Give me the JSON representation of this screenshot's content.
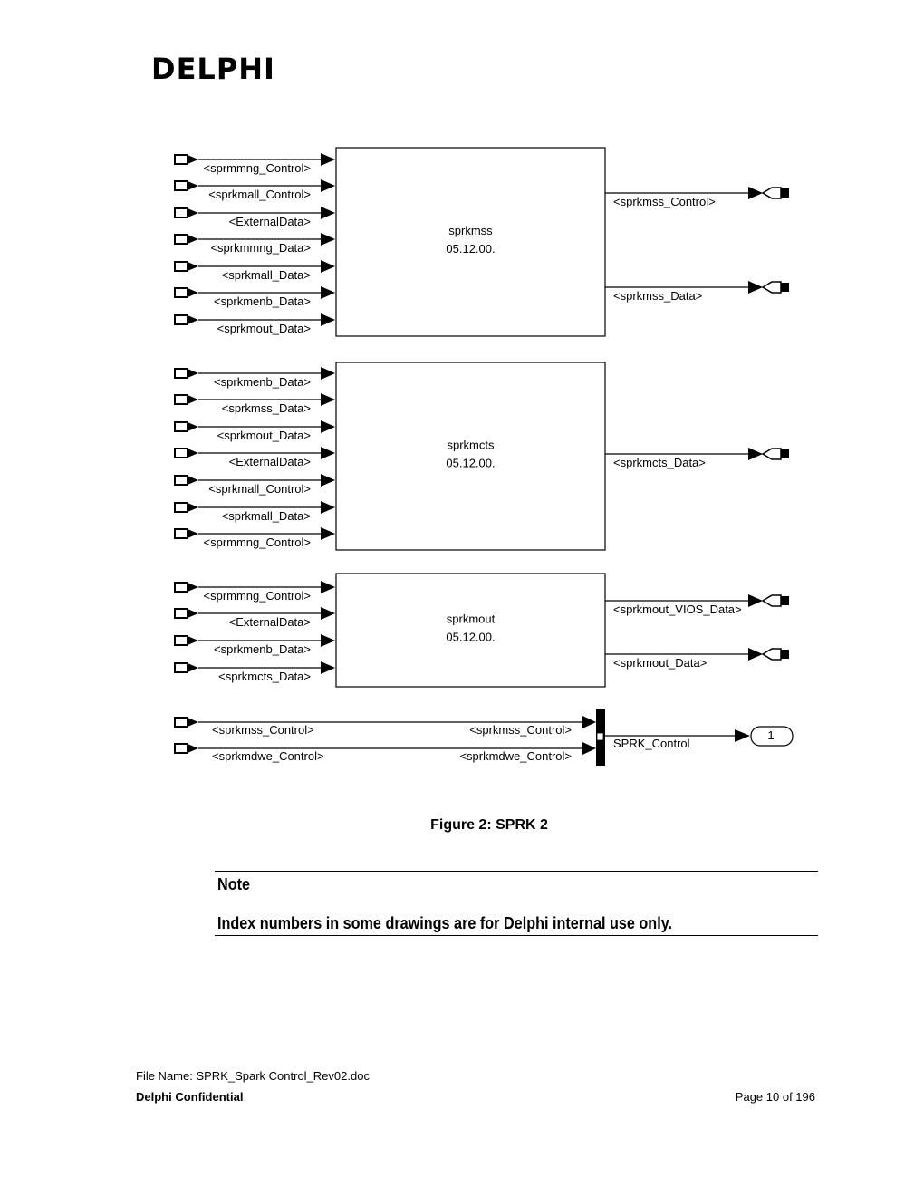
{
  "header": {
    "logo_text": "DELPHI"
  },
  "diagram": {
    "blocks": [
      {
        "name": "sprkmss",
        "version": "05.12.00.",
        "inputs": [
          "<sprmmng_Control>",
          "<sprkmall_Control>",
          "<ExternalData>",
          "<sprkmmng_Data>",
          "<sprkmall_Data>",
          "<sprkmenb_Data>",
          "<sprkmout_Data>"
        ],
        "outputs": [
          "<sprkmss_Control>",
          "<sprkmss_Data>"
        ]
      },
      {
        "name": "sprkmcts",
        "version": "05.12.00.",
        "inputs": [
          "<sprkmenb_Data>",
          "<sprkmss_Data>",
          "<sprkmout_Data>",
          "<ExternalData>",
          "<sprkmall_Control>",
          "<sprkmall_Data>",
          "<sprmmng_Control>"
        ],
        "outputs": [
          "<sprkmcts_Data>"
        ]
      },
      {
        "name": "sprkmout",
        "version": "05.12.00.",
        "inputs": [
          "<sprmmng_Control>",
          "<ExternalData>",
          "<sprkmenb_Data>",
          "<sprkmcts_Data>"
        ],
        "outputs": [
          "<sprkmout_VIOS_Data>",
          "<sprkmout_Data>"
        ]
      }
    ],
    "bus": {
      "inputs": [
        {
          "source": "<sprkmss_Control>",
          "signal": "<sprkmss_Control>"
        },
        {
          "source": "<sprkmdwe_Control>",
          "signal": "<sprkmdwe_Control>"
        }
      ],
      "output_label": "SPRK_Control",
      "outport": "1"
    }
  },
  "caption": "Figure 2: SPRK 2",
  "note": {
    "title": "Note",
    "text": "Index numbers in some drawings are for Delphi internal use only."
  },
  "footer": {
    "file_name": "File Name: SPRK_Spark Control_Rev02.doc",
    "confidential": "Delphi Confidential",
    "page": "Page 10 of 196"
  }
}
